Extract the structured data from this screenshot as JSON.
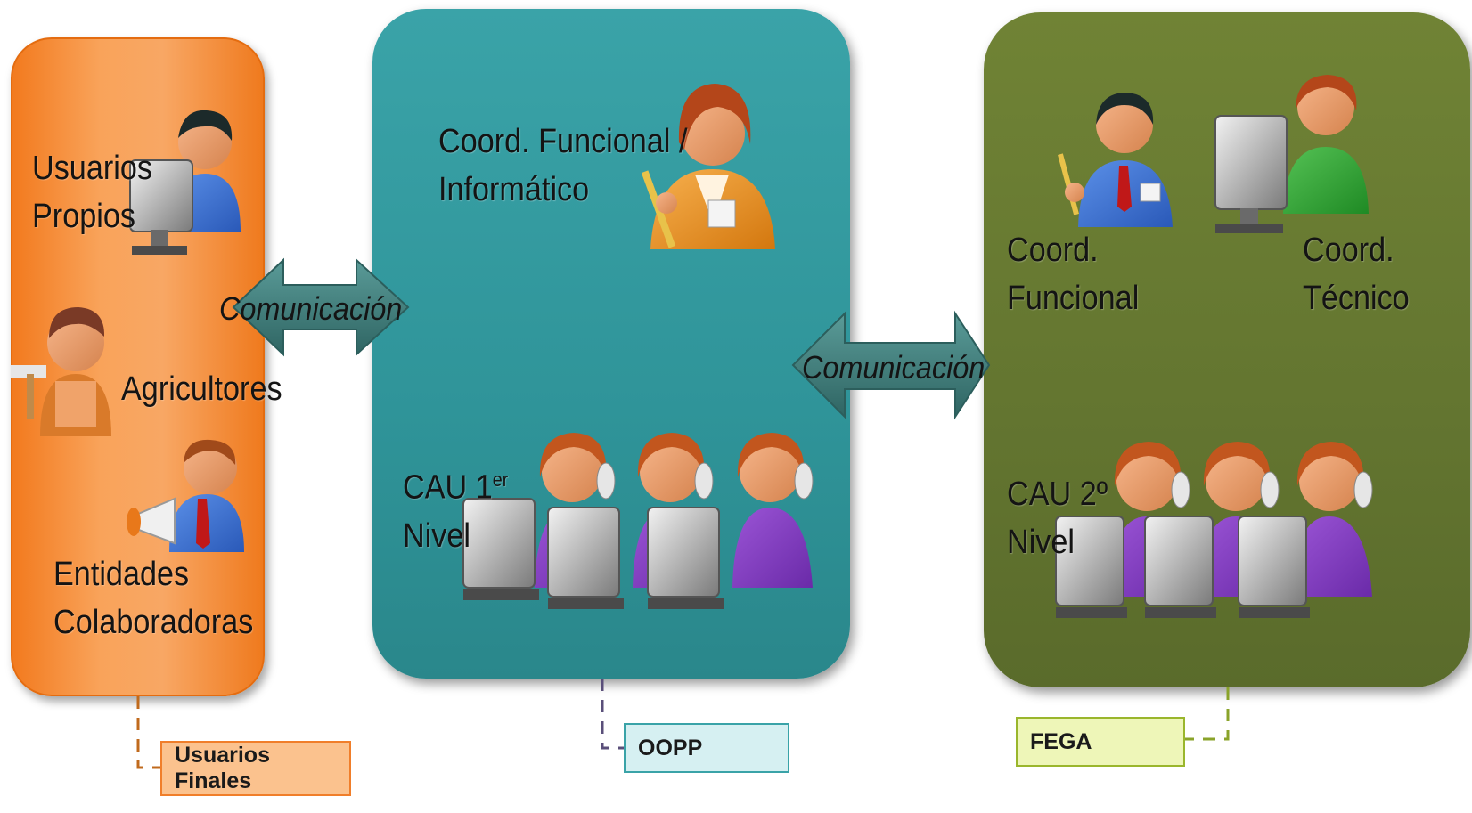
{
  "panels": {
    "users": {
      "label_usuarios": [
        "Usuarios",
        "Propios"
      ],
      "label_agricultores": "Agricultores",
      "label_entidades": [
        "Entidades",
        "Colaboradoras"
      ],
      "tag": "Usuarios Finales",
      "color": "#f27a1e"
    },
    "oopp": {
      "label_coord": [
        "Coord. Funcional /",
        "Informático"
      ],
      "label_cau_1": "CAU 1",
      "label_cau_1_sup": "er",
      "label_cau_2": "Nivel",
      "tag": "OOPP",
      "color": "#2f9499"
    },
    "fega": {
      "label_coord_func": [
        "Coord.",
        "Funcional"
      ],
      "label_coord_tec": [
        "Coord.",
        "Técnico"
      ],
      "label_cau_1": "CAU 2º",
      "label_cau_2": "Nivel",
      "tag": "FEGA",
      "color": "#637530"
    }
  },
  "arrows": {
    "left_label": "Comunicación",
    "right_label": "Comunicación",
    "color": "#3f7775"
  },
  "icons": [
    "user-at-computer-icon",
    "farmer-icon",
    "megaphone-user-icon",
    "coordinator-woman-icon",
    "call-agent-icon",
    "coordinator-man-icon",
    "technician-icon"
  ]
}
